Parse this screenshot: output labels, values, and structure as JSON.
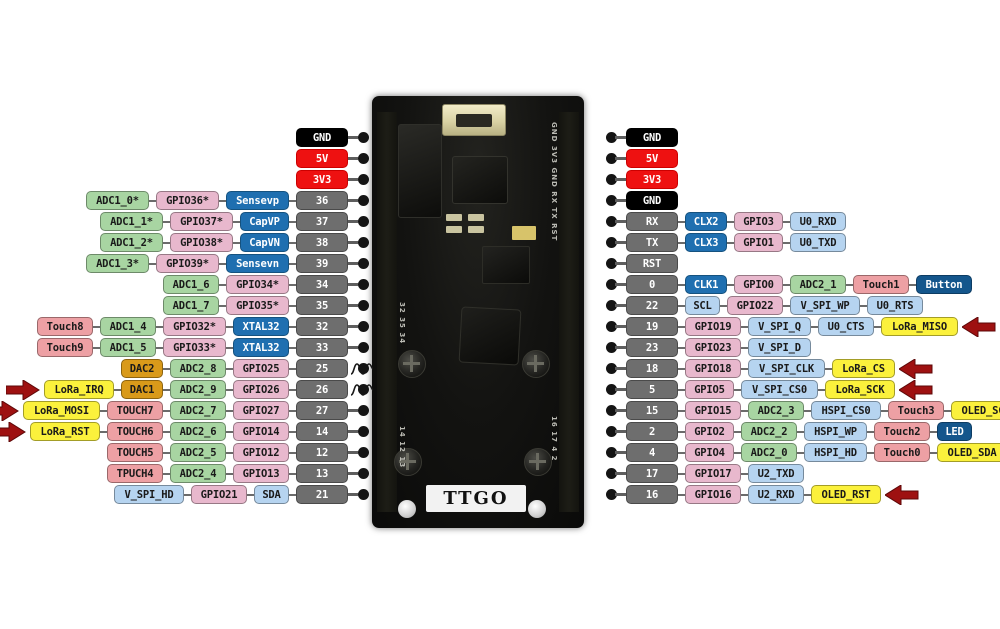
{
  "board": {
    "silkscreen_label": "TTGO",
    "silk_left_top": "32 35 34",
    "silk_left_bottom": "14 12 13",
    "silk_right_top": "GND 3V3 GND RX TX RST",
    "silk_right_bottom": "16 17 4 2"
  },
  "colors": {
    "gnd": "#000000",
    "power": "#ee1111",
    "pin_number": "#6e6e6e",
    "adc_green": "#a8d5a2",
    "gpio_pink": "#e8b8cd",
    "func_dark_blue": "#1f6fb0",
    "func_light_blue": "#b6d4f0",
    "touch_rose": "#eda0a4",
    "highlight_yellow": "#fbf13c",
    "dac_orange": "#d99a1a",
    "module_navy": "#14568c",
    "arrow_red": "#9e1111",
    "lead_line": "#5e5e5e"
  },
  "left_rows": [
    {
      "pin": "GND",
      "pin_class": "c-gnd",
      "labels": [],
      "arrow": false,
      "sine": false
    },
    {
      "pin": "5V",
      "pin_class": "c-pwr",
      "labels": [],
      "arrow": false,
      "sine": false
    },
    {
      "pin": "3V3",
      "pin_class": "c-pwr",
      "labels": [],
      "arrow": false,
      "sine": false
    },
    {
      "pin": "36",
      "pin_class": "c-num",
      "labels": [
        {
          "text": "ADC1_0*",
          "class": "c-green"
        },
        {
          "text": "GPIO36*",
          "class": "c-pink"
        },
        {
          "text": "Sensevp",
          "class": "c-dblue"
        }
      ],
      "arrow": false,
      "sine": false
    },
    {
      "pin": "37",
      "pin_class": "c-num",
      "labels": [
        {
          "text": "ADC1_1*",
          "class": "c-green"
        },
        {
          "text": "GPIO37*",
          "class": "c-pink"
        },
        {
          "text": "CapVP",
          "class": "c-dblue"
        }
      ],
      "arrow": false,
      "sine": false
    },
    {
      "pin": "38",
      "pin_class": "c-num",
      "labels": [
        {
          "text": "ADC1_2*",
          "class": "c-green"
        },
        {
          "text": "GPIO38*",
          "class": "c-pink"
        },
        {
          "text": "CapVN",
          "class": "c-dblue"
        }
      ],
      "arrow": false,
      "sine": false
    },
    {
      "pin": "39",
      "pin_class": "c-num",
      "labels": [
        {
          "text": "ADC1_3*",
          "class": "c-green"
        },
        {
          "text": "GPIO39*",
          "class": "c-pink"
        },
        {
          "text": "Sensevn",
          "class": "c-dblue"
        }
      ],
      "arrow": false,
      "sine": false
    },
    {
      "pin": "34",
      "pin_class": "c-num",
      "labels": [
        {
          "text": "ADC1_6",
          "class": "c-green"
        },
        {
          "text": "GPIO34*",
          "class": "c-pink"
        }
      ],
      "arrow": false,
      "sine": false
    },
    {
      "pin": "35",
      "pin_class": "c-num",
      "labels": [
        {
          "text": "ADC1_7",
          "class": "c-green"
        },
        {
          "text": "GPIO35*",
          "class": "c-pink"
        }
      ],
      "arrow": false,
      "sine": false
    },
    {
      "pin": "32",
      "pin_class": "c-num",
      "labels": [
        {
          "text": "Touch8",
          "class": "c-rose"
        },
        {
          "text": "ADC1_4",
          "class": "c-green"
        },
        {
          "text": "GPIO32*",
          "class": "c-pink"
        },
        {
          "text": "XTAL32",
          "class": "c-dblue"
        }
      ],
      "arrow": false,
      "sine": false
    },
    {
      "pin": "33",
      "pin_class": "c-num",
      "labels": [
        {
          "text": "Touch9",
          "class": "c-rose"
        },
        {
          "text": "ADC1_5",
          "class": "c-green"
        },
        {
          "text": "GPIO33*",
          "class": "c-pink"
        },
        {
          "text": "XTAL32",
          "class": "c-dblue"
        }
      ],
      "arrow": false,
      "sine": false
    },
    {
      "pin": "25",
      "pin_class": "c-num",
      "labels": [
        {
          "text": "DAC2",
          "class": "c-orange"
        },
        {
          "text": "ADC2_8",
          "class": "c-green"
        },
        {
          "text": "GPIO25",
          "class": "c-pink"
        }
      ],
      "arrow": false,
      "sine": true
    },
    {
      "pin": "26",
      "pin_class": "c-num",
      "labels": [
        {
          "text": "LoRa_IRQ",
          "class": "c-yellow"
        },
        {
          "text": "DAC1",
          "class": "c-orange"
        },
        {
          "text": "ADC2_9",
          "class": "c-green"
        },
        {
          "text": "GPIO26",
          "class": "c-pink"
        }
      ],
      "arrow": true,
      "sine": true
    },
    {
      "pin": "27",
      "pin_class": "c-num",
      "labels": [
        {
          "text": "LoRa_MOSI",
          "class": "c-yellow"
        },
        {
          "text": "TOUCH7",
          "class": "c-rose"
        },
        {
          "text": "ADC2_7",
          "class": "c-green"
        },
        {
          "text": "GPIO27",
          "class": "c-pink"
        }
      ],
      "arrow": true,
      "sine": false
    },
    {
      "pin": "14",
      "pin_class": "c-num",
      "labels": [
        {
          "text": "LoRa_RST",
          "class": "c-yellow"
        },
        {
          "text": "TOUCH6",
          "class": "c-rose"
        },
        {
          "text": "ADC2_6",
          "class": "c-green"
        },
        {
          "text": "GPIO14",
          "class": "c-pink"
        }
      ],
      "arrow": true,
      "sine": false
    },
    {
      "pin": "12",
      "pin_class": "c-num",
      "labels": [
        {
          "text": "TOUCH5",
          "class": "c-rose"
        },
        {
          "text": "ADC2_5",
          "class": "c-green"
        },
        {
          "text": "GPIO12",
          "class": "c-pink"
        }
      ],
      "arrow": false,
      "sine": false
    },
    {
      "pin": "13",
      "pin_class": "c-num",
      "labels": [
        {
          "text": "TPUCH4",
          "class": "c-rose"
        },
        {
          "text": "ADC2_4",
          "class": "c-green"
        },
        {
          "text": "GPIO13",
          "class": "c-pink"
        }
      ],
      "arrow": false,
      "sine": false
    },
    {
      "pin": "21",
      "pin_class": "c-num",
      "labels": [
        {
          "text": "V_SPI_HD",
          "class": "c-lblue"
        },
        {
          "text": "GPIO21",
          "class": "c-pink"
        },
        {
          "text": "SDA",
          "class": "c-lblue"
        }
      ],
      "arrow": false,
      "sine": false
    }
  ],
  "right_rows": [
    {
      "pin": "GND",
      "pin_class": "c-gnd",
      "labels": [],
      "arrow": false
    },
    {
      "pin": "5V",
      "pin_class": "c-pwr",
      "labels": [],
      "arrow": false
    },
    {
      "pin": "3V3",
      "pin_class": "c-pwr",
      "labels": [],
      "arrow": false
    },
    {
      "pin": "GND",
      "pin_class": "c-gnd",
      "labels": [],
      "arrow": false
    },
    {
      "pin": "RX",
      "pin_class": "c-num",
      "labels": [
        {
          "text": "CLX2",
          "class": "c-dblue"
        },
        {
          "text": "GPIO3",
          "class": "c-pink"
        },
        {
          "text": "U0_RXD",
          "class": "c-lblue"
        }
      ],
      "arrow": false
    },
    {
      "pin": "TX",
      "pin_class": "c-num",
      "labels": [
        {
          "text": "CLX3",
          "class": "c-dblue"
        },
        {
          "text": "GPIO1",
          "class": "c-pink"
        },
        {
          "text": "U0_TXD",
          "class": "c-lblue"
        }
      ],
      "arrow": false
    },
    {
      "pin": "RST",
      "pin_class": "c-num",
      "labels": [],
      "arrow": false
    },
    {
      "pin": "0",
      "pin_class": "c-num",
      "labels": [
        {
          "text": "CLK1",
          "class": "c-dblue"
        },
        {
          "text": "GPIO0",
          "class": "c-pink"
        },
        {
          "text": "ADC2_1",
          "class": "c-green"
        },
        {
          "text": "Touch1",
          "class": "c-rose"
        },
        {
          "text": "Button",
          "class": "c-navy"
        }
      ],
      "arrow": false
    },
    {
      "pin": "22",
      "pin_class": "c-num",
      "labels": [
        {
          "text": "SCL",
          "class": "c-lblue"
        },
        {
          "text": "GPIO22",
          "class": "c-pink"
        },
        {
          "text": "V_SPI_WP",
          "class": "c-lblue"
        },
        {
          "text": "U0_RTS",
          "class": "c-lblue"
        }
      ],
      "arrow": false
    },
    {
      "pin": "19",
      "pin_class": "c-num",
      "labels": [
        {
          "text": "GPIO19",
          "class": "c-pink"
        },
        {
          "text": "V_SPI_Q",
          "class": "c-lblue"
        },
        {
          "text": "U0_CTS",
          "class": "c-lblue"
        },
        {
          "text": "LoRa_MISO",
          "class": "c-yellow"
        }
      ],
      "arrow": true
    },
    {
      "pin": "23",
      "pin_class": "c-num",
      "labels": [
        {
          "text": "GPIO23",
          "class": "c-pink"
        },
        {
          "text": "V_SPI_D",
          "class": "c-lblue"
        }
      ],
      "arrow": false
    },
    {
      "pin": "18",
      "pin_class": "c-num",
      "labels": [
        {
          "text": "GPIO18",
          "class": "c-pink"
        },
        {
          "text": "V_SPI_CLK",
          "class": "c-lblue"
        },
        {
          "text": "LoRa_CS",
          "class": "c-yellow"
        }
      ],
      "arrow": true
    },
    {
      "pin": "5",
      "pin_class": "c-num",
      "labels": [
        {
          "text": "GPIO5",
          "class": "c-pink"
        },
        {
          "text": "V_SPI_CS0",
          "class": "c-lblue"
        },
        {
          "text": "LoRa_SCK",
          "class": "c-yellow"
        }
      ],
      "arrow": true
    },
    {
      "pin": "15",
      "pin_class": "c-num",
      "labels": [
        {
          "text": "GPIO15",
          "class": "c-pink"
        },
        {
          "text": "ADC2_3",
          "class": "c-green"
        },
        {
          "text": "HSPI_CS0",
          "class": "c-lblue"
        },
        {
          "text": "Touch3",
          "class": "c-rose"
        },
        {
          "text": "OLED_SCL",
          "class": "c-yellow"
        }
      ],
      "arrow": true
    },
    {
      "pin": "2",
      "pin_class": "c-num",
      "labels": [
        {
          "text": "GPIO2",
          "class": "c-pink"
        },
        {
          "text": "ADC2_2",
          "class": "c-green"
        },
        {
          "text": "HSPI_WP",
          "class": "c-lblue"
        },
        {
          "text": "Touch2",
          "class": "c-rose"
        },
        {
          "text": "LED",
          "class": "c-navy"
        }
      ],
      "arrow": false
    },
    {
      "pin": "4",
      "pin_class": "c-num",
      "labels": [
        {
          "text": "GPIO4",
          "class": "c-pink"
        },
        {
          "text": "ADC2_0",
          "class": "c-green"
        },
        {
          "text": "HSPI_HD",
          "class": "c-lblue"
        },
        {
          "text": "Touch0",
          "class": "c-rose"
        },
        {
          "text": "OLED_SDA",
          "class": "c-yellow"
        }
      ],
      "arrow": true
    },
    {
      "pin": "17",
      "pin_class": "c-num",
      "labels": [
        {
          "text": "GPIO17",
          "class": "c-pink"
        },
        {
          "text": "U2_TXD",
          "class": "c-lblue"
        }
      ],
      "arrow": false
    },
    {
      "pin": "16",
      "pin_class": "c-num",
      "labels": [
        {
          "text": "GPIO16",
          "class": "c-pink"
        },
        {
          "text": "U2_RXD",
          "class": "c-lblue"
        },
        {
          "text": "OLED_RST",
          "class": "c-yellow"
        }
      ],
      "arrow": true
    }
  ]
}
